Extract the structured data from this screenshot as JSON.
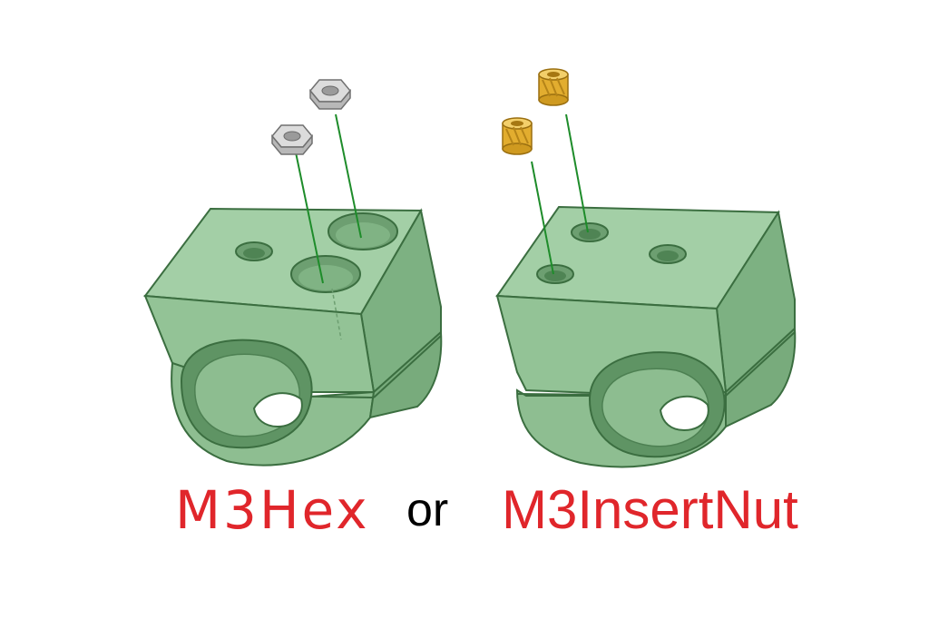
{
  "labels": {
    "hex": "M3Hex",
    "or": "or",
    "insert": "M3InsertNut"
  },
  "colors": {
    "accent_text": "#e0262b",
    "connector_text": "#000000",
    "part_face_top": "#9cc99f",
    "part_face_front": "#8fbf92",
    "part_face_side": "#77a87b",
    "part_edge": "#3b6e40",
    "guide_line": "#1e8c2a",
    "nut_metal": "#d9d9d9",
    "insert_brass": "#e9b63a"
  },
  "icons": {
    "hex_nut": "hex-nut-icon",
    "insert_nut": "threaded-insert-icon"
  }
}
